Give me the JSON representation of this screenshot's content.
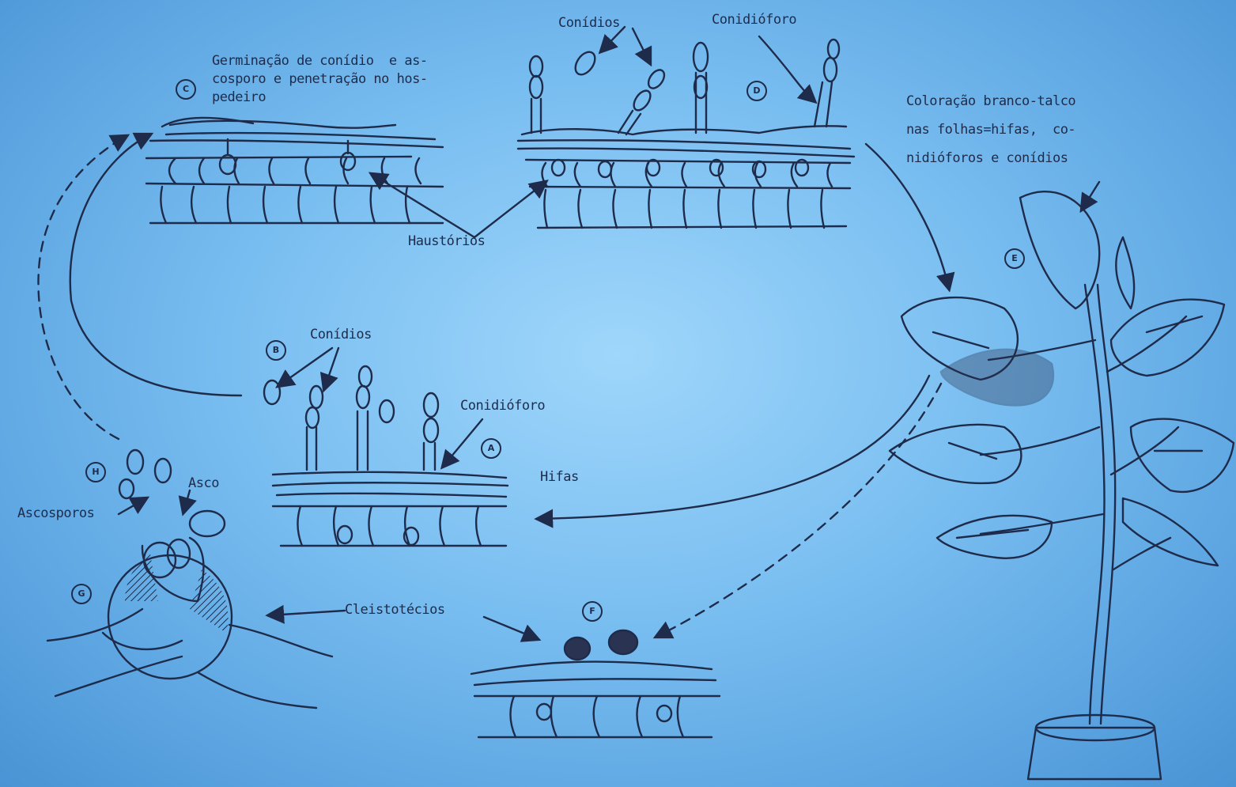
{
  "colors": {
    "ink": "#1f2b4a",
    "background": "#78bdf0"
  },
  "labels": {
    "conidios_top": "Conídios",
    "conidioforo_top": "Conidióforo",
    "germinacao": "Germinação de conídio  e as-\ncosporo e penetração no hos-\npedeiro",
    "coloracao": "Coloração branco-talco\nnas folhas=hifas,  co-\nnidióforos e conídios",
    "haustorios": "Haustórios",
    "conidios_mid": "Conídios",
    "conidioforo_mid": "Conidióforo",
    "hifas": "Hifas",
    "asco": "Asco",
    "ascosporos": "Ascosporos",
    "cleistotecios": "Cleistotécios"
  },
  "steps": {
    "c": "C",
    "d": "D",
    "e": "E",
    "b": "B",
    "a": "A",
    "h": "H",
    "g": "G",
    "f": "F"
  }
}
